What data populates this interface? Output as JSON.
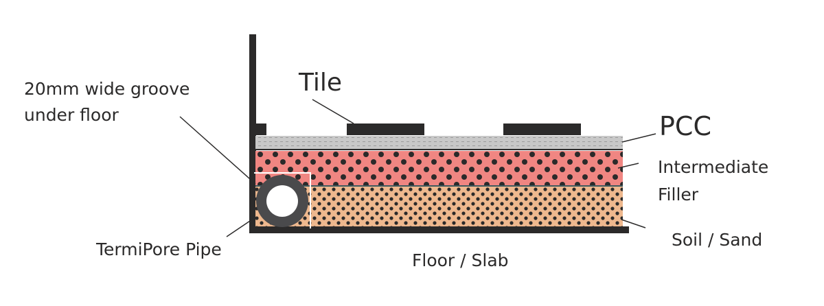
{
  "labels": {
    "tile": "Tile",
    "pcc": "PCC",
    "intermediate_1": "Intermediate",
    "intermediate_2": "Filler",
    "soil": "Soil / Sand",
    "floor": "Floor / Slab",
    "pipe": "TermiPore Pipe",
    "groove_1": "20mm wide groove",
    "groove_2": "under floor"
  },
  "colors": {
    "structure": "#2b2a2a",
    "pcc": "#c8c8c8",
    "intermediate": "#f08682",
    "soil": "#eeb88e",
    "pipe": "#4a4a4c"
  }
}
